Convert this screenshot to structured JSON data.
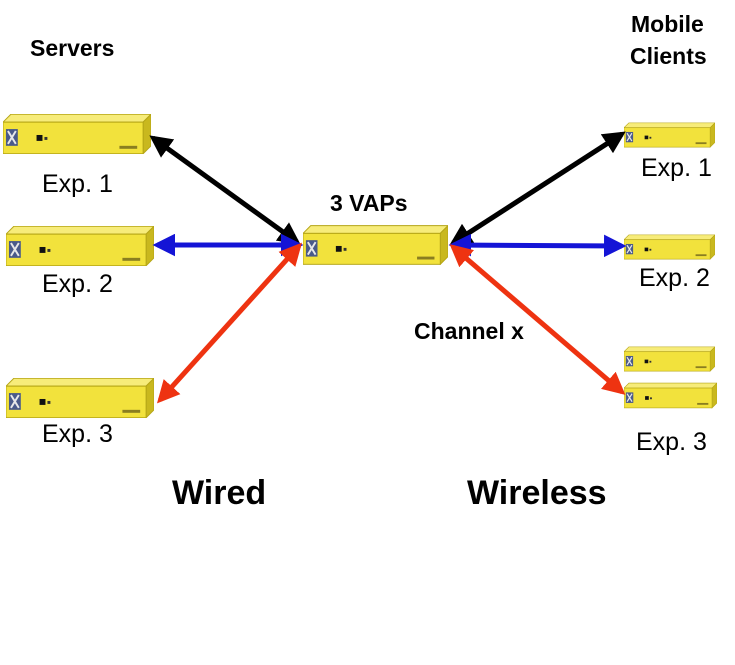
{
  "headers": {
    "servers": "Servers",
    "mobile_clients_line1": "Mobile",
    "mobile_clients_line2": "Clients"
  },
  "center": {
    "vaps": "3 VAPs",
    "channel": "Channel x"
  },
  "sections": {
    "wired": "Wired",
    "wireless": "Wireless"
  },
  "servers": [
    {
      "label": "Exp. 1"
    },
    {
      "label": "Exp. 2"
    },
    {
      "label": "Exp. 3"
    }
  ],
  "clients": [
    {
      "label": "Exp. 1"
    },
    {
      "label": "Exp. 2"
    },
    {
      "label": "Exp. 3"
    }
  ],
  "colors": {
    "device_body": "#f2e23c",
    "device_side": "#c9b81e",
    "exp1_link": "#000000",
    "exp2_link": "#1414d6",
    "exp3_link": "#ee3311"
  }
}
